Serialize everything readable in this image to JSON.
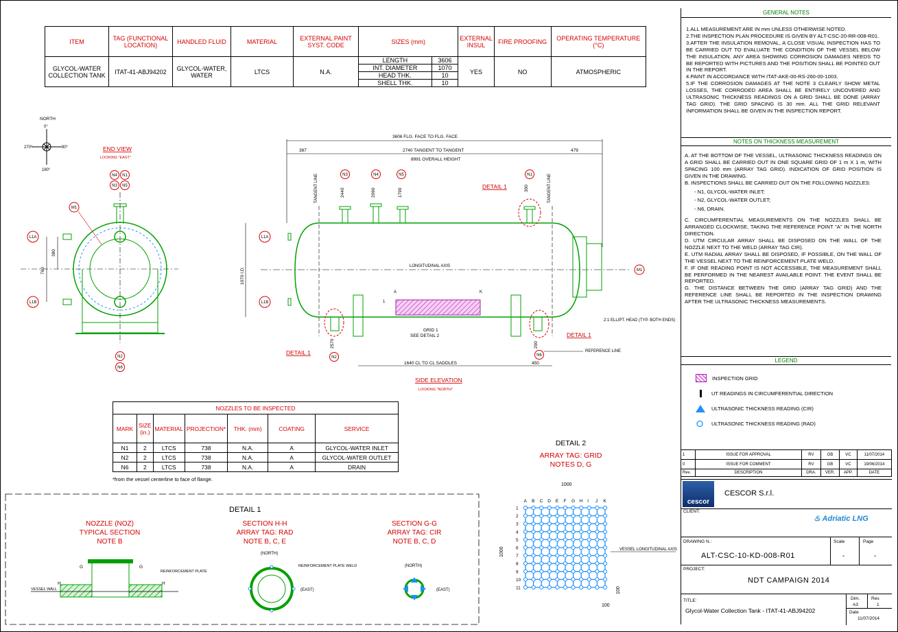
{
  "item_table": {
    "headers": [
      "ITEM",
      "TAG (FUNCTIONAL LOCATION)",
      "HANDLED FLUID",
      "MATERIAL",
      "EXTERNAL PAINT SYST. CODE",
      "SIZES (mm)",
      "EXTERNAL INSUL",
      "FIRE PROOFING",
      "OPERATING TEMPERATURE (°C)"
    ],
    "item": "GLYCOL-WATER COLLECTION TANK",
    "tag": "ITAT-41-ABJ94202",
    "fluid": "GLYCOL-WATER, WATER",
    "material": "LTCS",
    "paint": "N.A.",
    "sizes": [
      {
        "label": "LENGTH",
        "value": "3606"
      },
      {
        "label": "INT. DIAMETER",
        "value": "1070"
      },
      {
        "label": "HEAD THK.",
        "value": "10"
      },
      {
        "label": "SHELL THK.",
        "value": "10"
      }
    ],
    "insul": "YES",
    "fireproofing": "NO",
    "temperature": "ATMOSPHERIC"
  },
  "general_notes": {
    "title": "GENERAL NOTES",
    "items": [
      "1.ALL MEASUREMENT ARE IN mm UNLESS OTHERWISE NOTED.",
      "2.THE INSPECTION PLAN PROCEDURE IS GIVEN BY ALT-CSC-20-RR-008-R01.",
      "3.AFTER THE INSULATION REMOVAL, A CLOSE VISUAL INSPECTION HAS TO BE CARRIED OUT TO EVALUATE THE CONDITION OF THE VESSEL BELOW THE INSULATION. ANY AREA SHOWING CORROSION DAMAGES NEEDS TO BE REPORTED WITH PICTURES AND THE POSITION SHALL BE POINTED OUT IN THE REPORT.",
      "4.PAINT IN ACCORDANCE WITH ITAT-AKE-00-RS-260-00-1003.",
      "5.IF THE CORROSION DAMAGES AT THE NOTE 3 CLEARLY SHOW METAL LOSSES, THE CORRODED AREA SHALL BE ENTIRELY UNCOVERED AND ULTRASONIC THICKNESS READINGS ON A GRID SHALL BE DONE (ARRAY TAG GRID). THE GRID SPACING IS 30 mm. ALL THE GRID RELEVANT INFORMATION SHALL BE GIVEN IN THE INSPECTION REPORT."
    ]
  },
  "thickness_notes": {
    "title": "NOTES ON THICKNESS MEASUREMENT",
    "items": [
      "A. AT THE BOTTOM OF THE VESSEL, ULTRASONIC THICKNESS READINGS ON A GRID SHALL BE CARRIED OUT IN ONE SQUARE GRID OF 1 m X 1 m, WITH SPACING 100 mm (ARRAY TAG GRID). INDICATION OF GRID POSITION IS GIVEN IN THE DRAWING.",
      "B. INSPECTIONS SHALL BE CARRIED OUT ON THE FOLLOWING NOZZLES:",
      "- N1, GLYCOL-WATER INLET;",
      "- N2, GLYCOL-WATER OUTLET;",
      "- N6, DRAIN.",
      "C. CIRCUMFERENTIAL MEASUREMENTS ON THE NOZZLES SHALL BE ARRANGED CLOCKWISE, TAKING THE REFERENCE POINT \"A\" IN THE NORTH DIRECTION.",
      "D. UTM CIRCULAR ARRAY SHALL BE DISPOSED ON THE WALL OF THE NOZZLE NEXT TO THE WELD (ARRAY TAG CIR).",
      "E. UTM RADIAL ARRAY SHALL BE DISPOSED, IF POSSIBLE, ON THE WALL OF THE VESSEL NEXT TO THE REINFORCEMENT PLATE WELD.",
      "F. IF ONE READING POINT IS NOT ACCESSIBLE, THE MEASUREMENT SHALL BE PERFORMED IN THE NEAREST AVAILABLE POINT. THE EVENT SHALL BE REPORTED.",
      "G. THE DISTANCE BETWEEN THE GRID (ARRAY TAG GRID) AND THE REFERENCE LINE SHALL BE REPORTED IN THE INSPECTION DRAWING AFTER THE ULTRASONIC THICKNESS MEASUREMENTS."
    ]
  },
  "legend": {
    "title": "LEGEND",
    "items": [
      "INSPECTION GRID",
      "UT READINGS IN CIRCUMFERENTIAL DIRECTION",
      "ULTRASONIC THICKNESS READING (CIR)",
      "ULTRASONIC THICKNESS READING (RAD)"
    ]
  },
  "revisions": {
    "rows": [
      {
        "rev": "1",
        "desc": "ISSUE FOR APPROVAL",
        "dra": "RV",
        "ver": "GB",
        "app": "VC",
        "date": "11/07/2014"
      },
      {
        "rev": "0",
        "desc": "ISSUE FOR COMMENT",
        "dra": "RV",
        "ver": "GB",
        "app": "VC",
        "date": "19/06/2014"
      }
    ],
    "header": {
      "rev": "Rev.",
      "desc": "DESCRIPTION",
      "dra": "DRA.",
      "ver": "VER.",
      "app": "APP.",
      "date": "DATE"
    }
  },
  "title_block": {
    "company": "CESCOR S.r.l.",
    "logo": "cescor",
    "client_label": "CLIENT:",
    "client_logo": "Adriatic LNG",
    "drawing_label": "DRAWING N.:",
    "drawing": "ALT-CSC-10-KD-008-R01",
    "scale_label": "Scale",
    "scale": "-",
    "page_label": "Page",
    "page": "-",
    "project_label": "PROJECT:",
    "project": "NDT CAMPAIGN 2014",
    "title_label": "TITLE:",
    "title": "Glycol-Water Collection Tank - ITAT-41-ABJ94202",
    "dim_label": "Dim.",
    "dim": "A3",
    "rev_label": "Rev.",
    "rev": "1",
    "date_label": "Date",
    "date": "11/07/2014"
  },
  "nozzles": {
    "title": "NOZZLES TO BE INSPECTED",
    "headers": [
      "MARK",
      "SIZE (in.)",
      "MATERIAL",
      "PROJECTION*",
      "THK. (mm)",
      "COATING",
      "SERVICE"
    ],
    "rows": [
      [
        "N1",
        "2",
        "LTCS",
        "738",
        "N.A.",
        "A",
        "GLYCOL-WATER INLET"
      ],
      [
        "N2",
        "2",
        "LTCS",
        "738",
        "N.A.",
        "A",
        "GLYCOL-WATER OUTLET"
      ],
      [
        "N6",
        "2",
        "LTCS",
        "738",
        "N.A.",
        "A",
        "DRAIN"
      ]
    ],
    "footnote": "*from the vessel centerline to face of flange."
  },
  "drawing": {
    "north": "NORTH",
    "deg0": "0°",
    "deg90": "90°",
    "deg180": "180°",
    "deg270": "270°",
    "end_view": "END VIEW",
    "end_view_sub": "LOOKING \"EAST\"",
    "side_elev": "SIDE ELEVATION",
    "side_elev_sub": "LOOKING \"NORTH\"",
    "dim_3606": "3606 FLG. FACE TO FLG. FACE",
    "dim_2740": "2740 TANGENT TO TANGENT",
    "dim_8991": "8991 OVERALL HEIGHT",
    "dim_387": "387",
    "dim_479": "479",
    "dim_1640": "1640 CL TO CL SADDLES",
    "dim_450": "450",
    "dim_1070id": "1070 I.D.",
    "dim_760": "760",
    "dim_380": "380",
    "dim_2440": "2440",
    "dim_2090": "2090",
    "dim_1790": "1790",
    "dim_300": "300",
    "dim_2570": "2570",
    "dim_200": "200",
    "tangent_line": "TANGENT LINE",
    "long_axis": "LONGITUDINAL AXIS",
    "ellipt": "2:1 ELLIPT. HEAD (TYP. BOTH ENDS)",
    "ref_line": "REFERENCE LINE",
    "grid1": "GRID 1",
    "see_detail2": "SEE DETAIL 2",
    "detail1": "DETAIL 1",
    "tags": [
      "N4",
      "N1",
      "N3",
      "N5",
      "M1",
      "L1A",
      "L1B",
      "N2",
      "N6"
    ]
  },
  "detail1": {
    "title": "DETAIL 1",
    "noz_title": "NOZZLE (NOZ)",
    "noz_sub": "TYPICAL SECTION",
    "noz_note": "NOTE B",
    "hh_title": "SECTION H-H",
    "hh_sub": "ARRAY TAG: RAD",
    "hh_note": "NOTE B, C, E",
    "gg_title": "SECTION G-G",
    "gg_sub": "ARRAY TAG: CIR",
    "gg_note": "NOTE B, C, D",
    "reinf_plate": "REINFORCEMENT PLATE",
    "reinf_weld": "REINFORCEMENT PLATE WELD",
    "vessel_wall": "VESSEL WALL",
    "north": "(NORTH)",
    "east": "(EAST)"
  },
  "detail2": {
    "title": "DETAIL 2",
    "sub": "ARRAY TAG: GRID",
    "note": "NOTES D, G",
    "cols": [
      "A",
      "B",
      "C",
      "D",
      "E",
      "F",
      "G",
      "H",
      "I",
      "J",
      "K"
    ],
    "rows": [
      "1",
      "2",
      "3",
      "4",
      "5",
      "6",
      "7",
      "8",
      "9",
      "10",
      "11"
    ],
    "dim_1000": "1000",
    "dim_100": "100",
    "vessel_axis": "VESSEL LONGITUDINAL AXIS"
  },
  "colors": {
    "accent": "#d40000",
    "vessel": "#00a000",
    "grid": "#1e90ff",
    "grid_fill": "#e37ce3"
  }
}
